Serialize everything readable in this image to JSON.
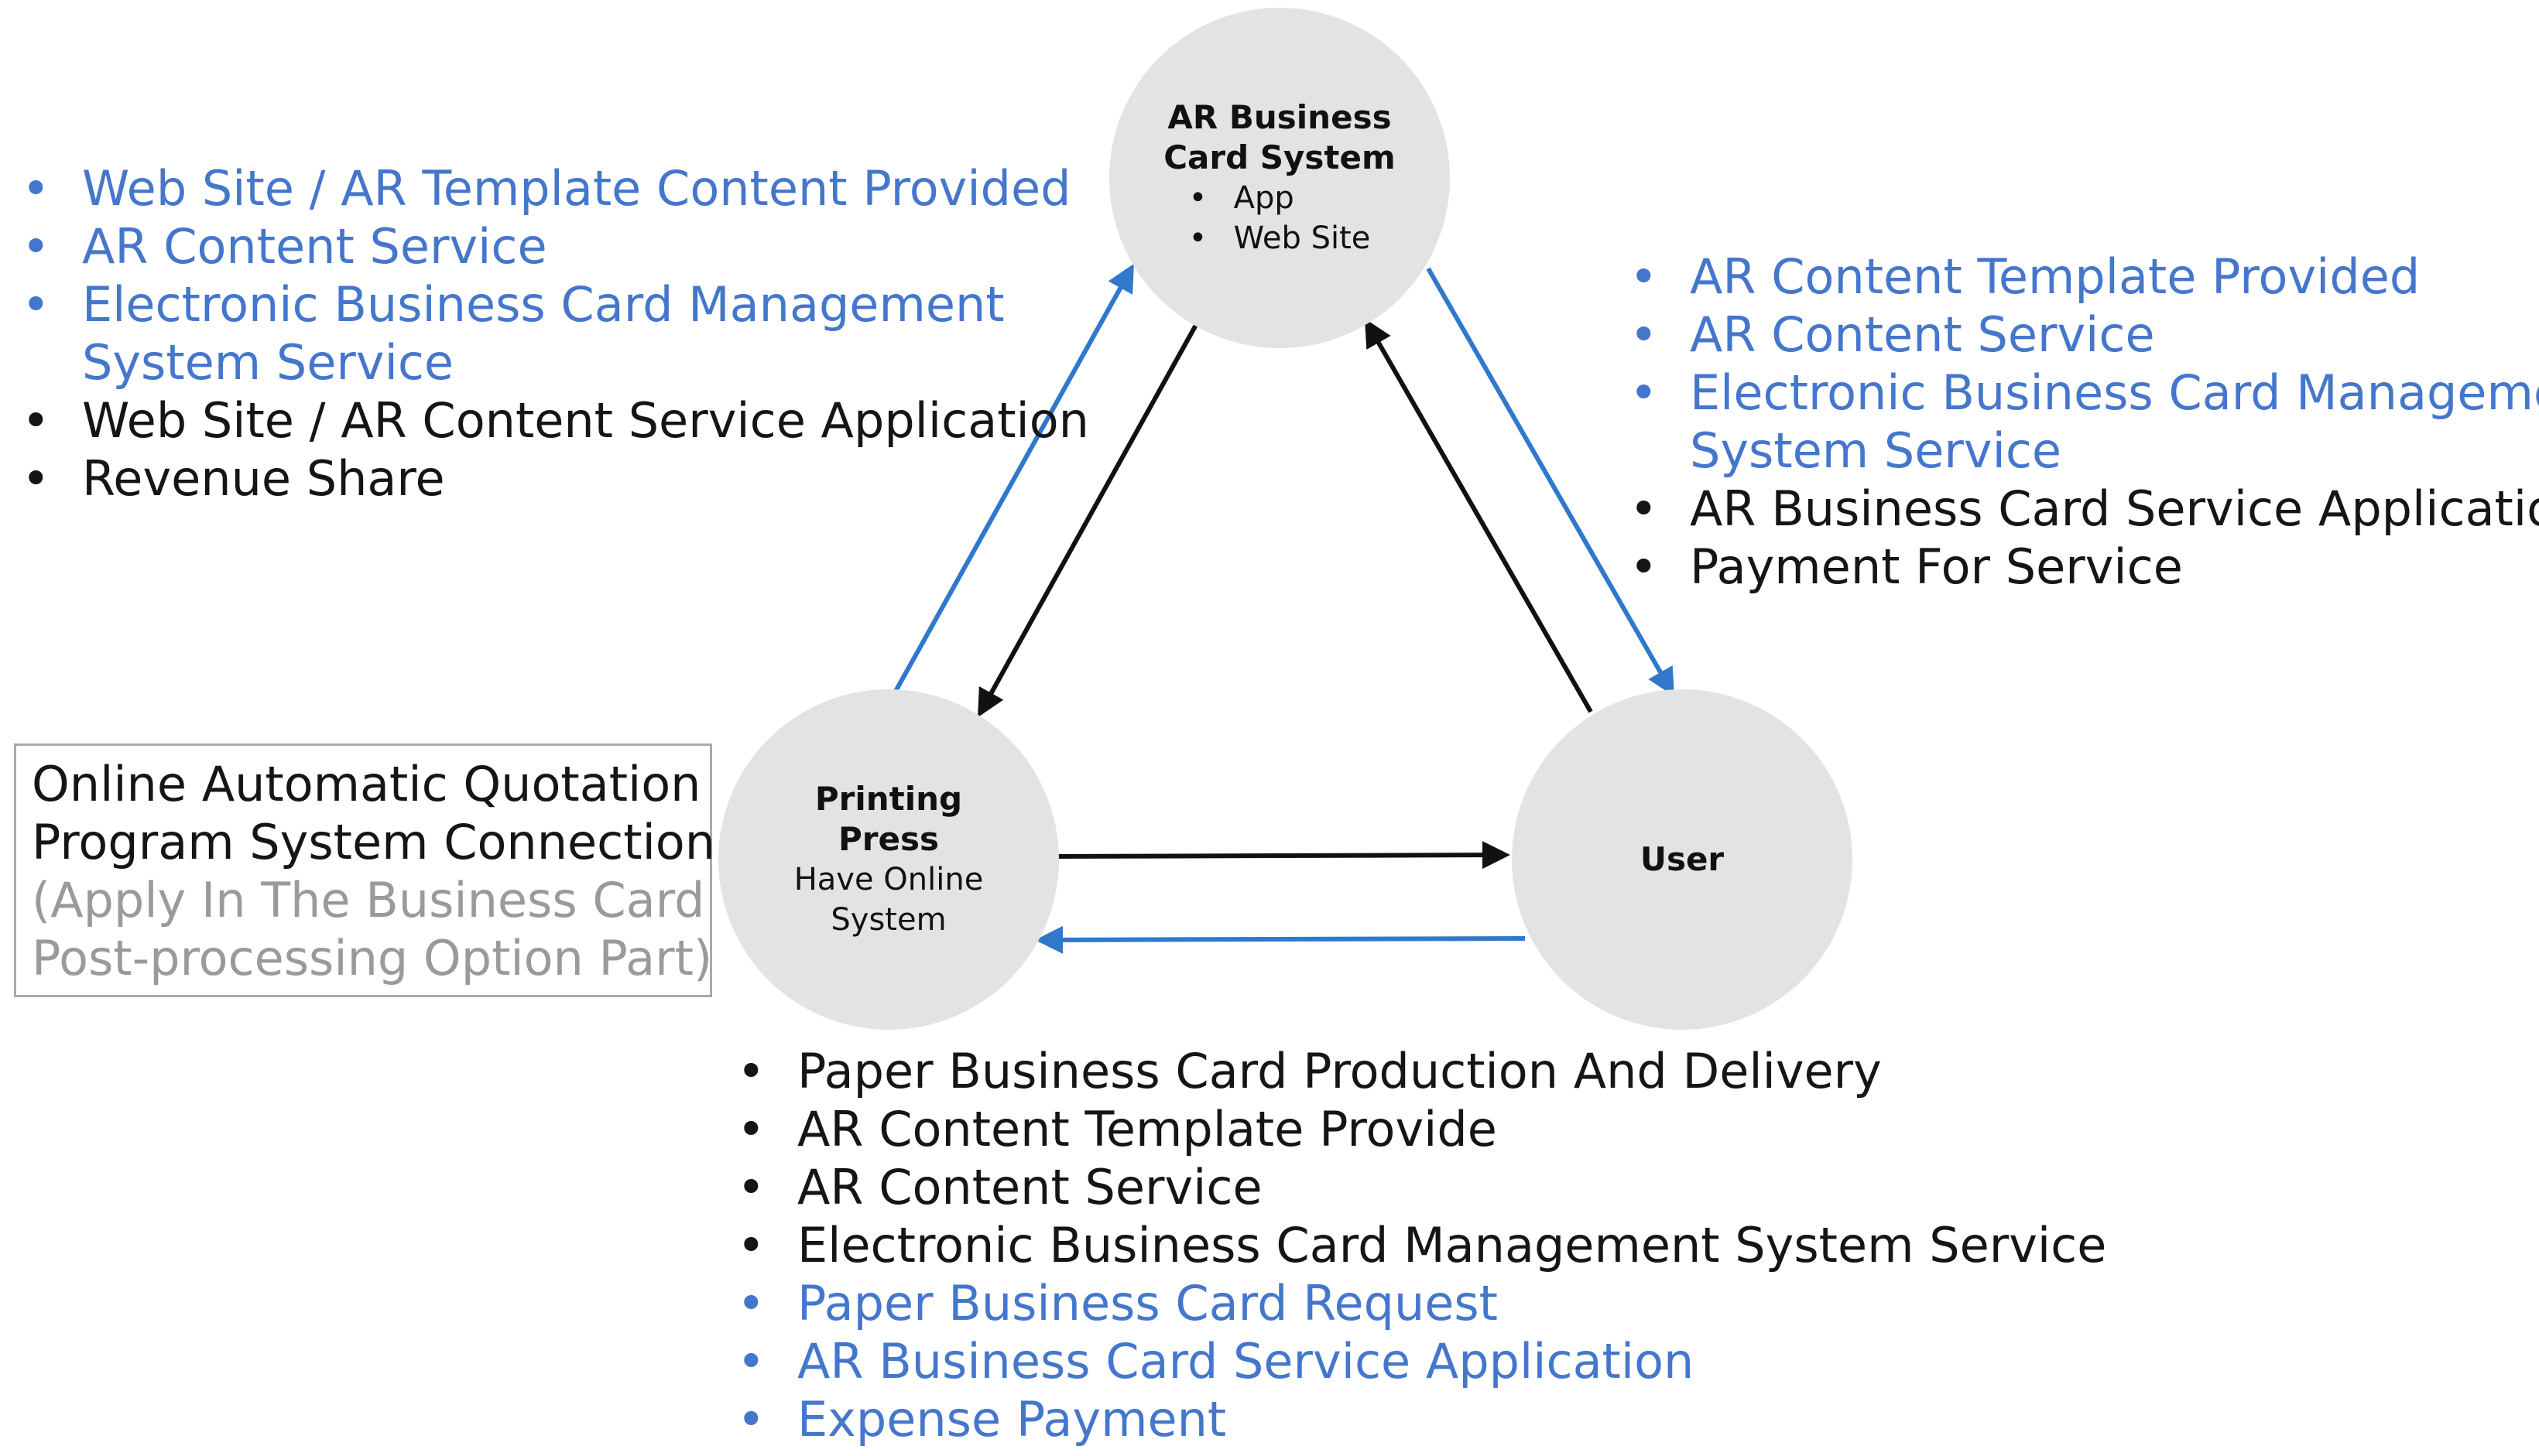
{
  "nodes": {
    "ar_system": {
      "title_line1": "AR Business",
      "title_line2": "Card System",
      "items": [
        "App",
        "Web Site"
      ]
    },
    "printing_press": {
      "title_line1": "Printing",
      "title_line2": "Press",
      "sub_line1": "Have Online",
      "sub_line2": "System"
    },
    "user": {
      "title": "User"
    }
  },
  "left_list": {
    "items": [
      {
        "text": "Web Site / AR Template Content Provided",
        "color": "blue"
      },
      {
        "text": "AR Content Service",
        "color": "blue"
      },
      {
        "text": "Electronic Business Card Management",
        "color": "blue"
      },
      {
        "text": "System Service",
        "color": "blue",
        "continuation": true
      },
      {
        "text": "Web Site / AR Content Service Application",
        "color": "black"
      },
      {
        "text": "Revenue Share",
        "color": "black"
      }
    ]
  },
  "right_list": {
    "items": [
      {
        "text": "AR Content Template Provided",
        "color": "blue"
      },
      {
        "text": "AR Content Service",
        "color": "blue"
      },
      {
        "text": "Electronic Business Card Management",
        "color": "blue"
      },
      {
        "text": "System Service",
        "color": "blue",
        "continuation": true
      },
      {
        "text": "AR Business Card Service Application",
        "color": "black"
      },
      {
        "text": "Payment For Service",
        "color": "black"
      }
    ]
  },
  "bottom_list": {
    "items": [
      {
        "text": "Paper Business Card Production And Delivery",
        "color": "black"
      },
      {
        "text": "AR Content Template Provide",
        "color": "black"
      },
      {
        "text": "AR Content Service",
        "color": "black"
      },
      {
        "text": "Electronic Business Card Management System Service",
        "color": "black"
      },
      {
        "text": "Paper Business Card Request",
        "color": "blue"
      },
      {
        "text": "AR Business Card Service Application",
        "color": "blue"
      },
      {
        "text": "Expense Payment",
        "color": "blue"
      }
    ]
  },
  "quote_box": {
    "line1": "Online Automatic Quotation",
    "line2": "Program System Connection",
    "line3": "(Apply In The Business Card",
    "line4": "Post-processing Option Part)"
  },
  "colors": {
    "blue": "#4477cc",
    "black": "#151515",
    "gray": "#9a9a9a",
    "node_fill": "#e3e3e3",
    "arrow_blue": "#2f78cc",
    "arrow_black": "#111111"
  }
}
